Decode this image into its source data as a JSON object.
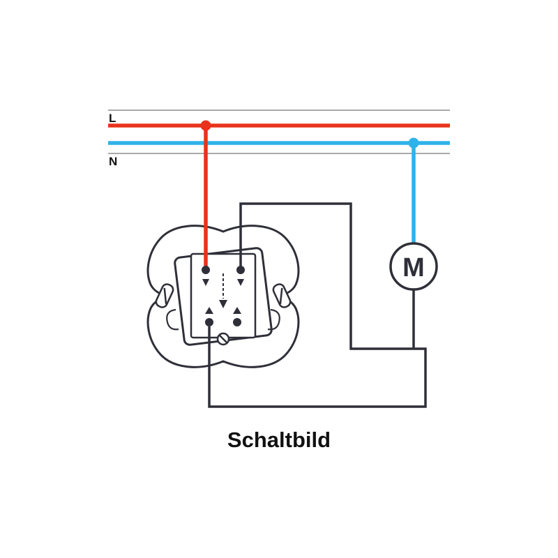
{
  "diagram": {
    "title": "Schaltbild",
    "labels": {
      "live": "L",
      "neutral": "N",
      "motor": "M"
    },
    "colors": {
      "live": "#e8321c",
      "neutral": "#2fb2e9",
      "wire": "#2e2f38",
      "rail_border": "#a9a9a9",
      "text": "#111111",
      "background": "#ffffff"
    },
    "components": [
      {
        "id": "live-rail"
      },
      {
        "id": "neutral-rail"
      },
      {
        "id": "shutter-switch-insert"
      },
      {
        "id": "motor"
      }
    ]
  }
}
